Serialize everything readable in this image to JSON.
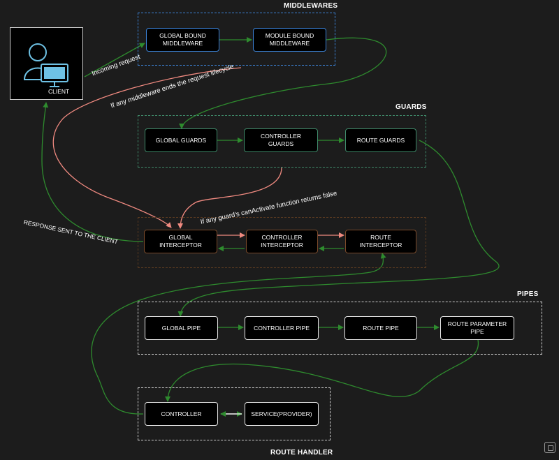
{
  "colors": {
    "background": "#1c1c1c",
    "middleware_border": "#3b82d6",
    "guard_border": "#3f8a6a",
    "interceptor_border": "#7a4a2a",
    "white_border": "#e8e8e8",
    "forward_edge": "#2e8b2e",
    "error_edge": "#f08a80",
    "client_icon": "#6ec1e4"
  },
  "client": {
    "label": "CLIENT",
    "icon": "user-with-monitor-icon"
  },
  "groups": {
    "middlewares": {
      "title": "MIDDLEWARES",
      "nodes": [
        "GLOBAL BOUND\nMIDDLEWARE",
        "MODULE BOUND\nMIDDLEWARE"
      ]
    },
    "guards": {
      "title": "GUARDS",
      "nodes": [
        "GLOBAL GUARDS",
        "CONTROLLER GUARDS",
        "ROUTE GUARDS"
      ]
    },
    "interceptors": {
      "title": "",
      "nodes": [
        "GLOBAL INTERCEPTOR",
        "CONTROLLER\nINTERCEPTOR",
        "ROUTE INTERCEPTOR"
      ]
    },
    "pipes": {
      "title": "PIPES",
      "nodes": [
        "GLOBAL PIPE",
        "CONTROLLER PIPE",
        "ROUTE PIPE",
        "ROUTE PARAMETER\nPIPE"
      ]
    },
    "route_handler": {
      "title": "ROUTE HANDLER",
      "nodes": [
        "CONTROLLER",
        "SERVICE(PROVIDER)"
      ]
    }
  },
  "edge_labels": {
    "incoming": "Incoming request",
    "middleware_end": "If any middleware ends the request lifecycle",
    "guard_false": "If any guard's canActivate function returns false",
    "response": "RESPONSE SENT TO THE CLIENT"
  },
  "ui": {
    "expand_icon": "expand-icon"
  }
}
